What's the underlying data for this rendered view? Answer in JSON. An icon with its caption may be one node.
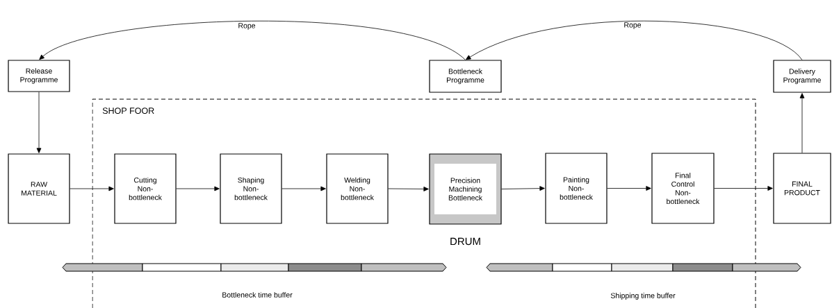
{
  "diagram": {
    "nodes": [
      {
        "text": [
          "Release Programme"
        ]
      },
      {
        "text": [
          "Bottleneck Programme"
        ]
      },
      {
        "text": [
          "Delivery Programme"
        ]
      },
      {
        "text": [
          "SHOP FOOR"
        ]
      },
      {
        "text": [
          "RAW MATERIAL"
        ]
      },
      {
        "text": [
          "Cutting Non-bottleneck"
        ],
        "in": 3
      },
      {
        "text": [
          "Shaping Non-bottleneck"
        ],
        "in": 3
      },
      {
        "text": [
          "Welding Non-bottleneck"
        ],
        "in": 3
      },
      {
        "text": [
          "Precision Machining Bottleneck"
        ],
        "beside": [
          "DRUM"
        ],
        "in": 3
      },
      {
        "text": [
          "Painting Non-bottleneck"
        ],
        "in": 3
      },
      {
        "text": [
          "Final Control Non-bottleneck"
        ],
        "in": 3
      },
      {
        "text": [
          "FINAL PRODUCT"
        ]
      }
    ],
    "edges": [
      {
        "from": 1,
        "to": 0,
        "arrow": "to",
        "label": "Rope"
      },
      {
        "from": 2,
        "to": 1,
        "arrow": "to",
        "label": "Rope"
      },
      {
        "from": 0,
        "to": 4,
        "arrow": "to"
      },
      {
        "from": 4,
        "to": 5,
        "arrow": "to"
      },
      {
        "from": 5,
        "to": 6,
        "arrow": "to"
      },
      {
        "from": 6,
        "to": 7,
        "arrow": "to"
      },
      {
        "from": 7,
        "to": 8,
        "arrow": "to"
      },
      {
        "from": 8,
        "to": 9,
        "arrow": "to"
      },
      {
        "from": 9,
        "to": 10,
        "arrow": "to"
      },
      {
        "from": 10,
        "to": 11,
        "arrow": "to"
      },
      {
        "from": 11,
        "to": 2,
        "arrow": "to"
      }
    ],
    "labels": [
      "Bottleneck  time buffer",
      "Shipping time buffer"
    ]
  }
}
